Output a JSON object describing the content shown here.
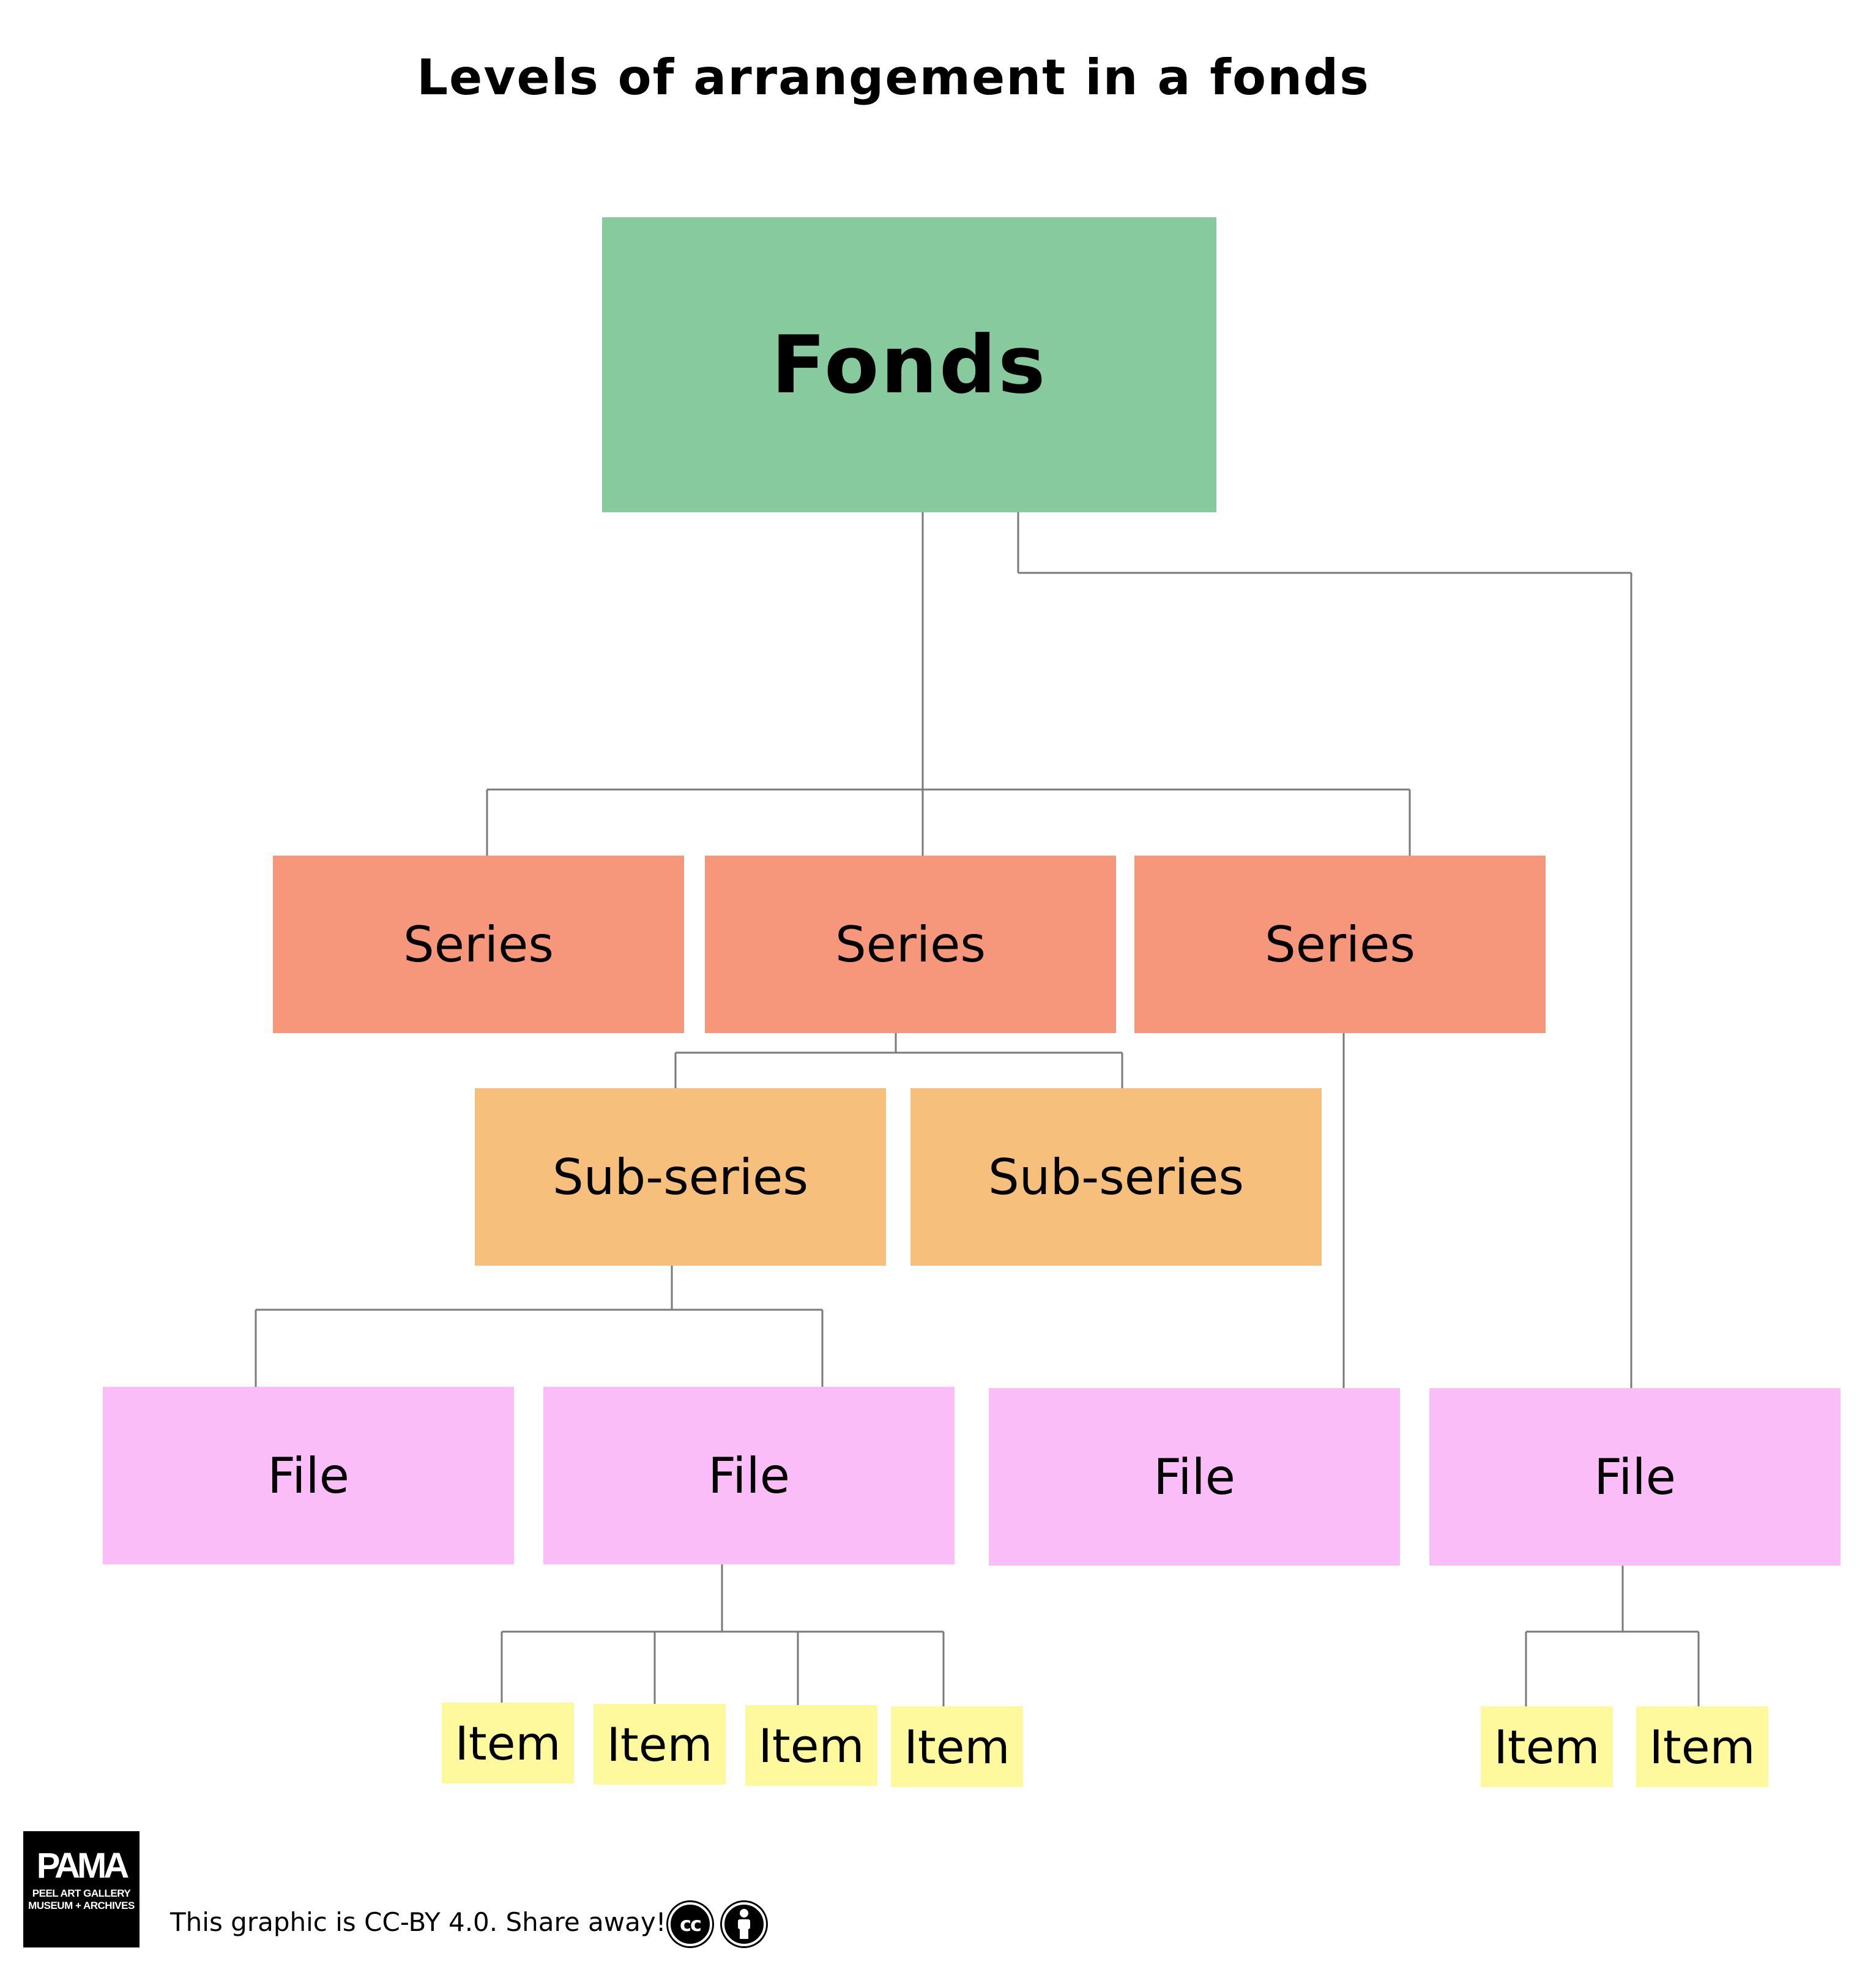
{
  "title": "Levels of arrangement in a fonds",
  "colors": {
    "fonds": "#86ca9e",
    "series": "#f6967a",
    "subseries": "#f6bf7b",
    "file": "#fbbdf7",
    "item": "#fff99e",
    "connector": "#7a7a7a"
  },
  "nodes": {
    "fonds": "Fonds",
    "series": [
      "Series",
      "Series",
      "Series"
    ],
    "subseries": [
      "Sub-series",
      "Sub-series"
    ],
    "files": [
      "File",
      "File",
      "File",
      "File"
    ],
    "items_file2": [
      "Item",
      "Item",
      "Item",
      "Item"
    ],
    "items_file4": [
      "Item",
      "Item"
    ]
  },
  "footer": {
    "logo_main": "PAMA",
    "logo_sub_line1": "PEEL ART GALLERY",
    "logo_sub_line2": "MUSEUM + ARCHIVES",
    "license_text": "This graphic is CC-BY 4.0. Share away!",
    "cc_icon": "cc-icon",
    "cc_label": "cc",
    "by_icon": "attribution-person-icon"
  }
}
